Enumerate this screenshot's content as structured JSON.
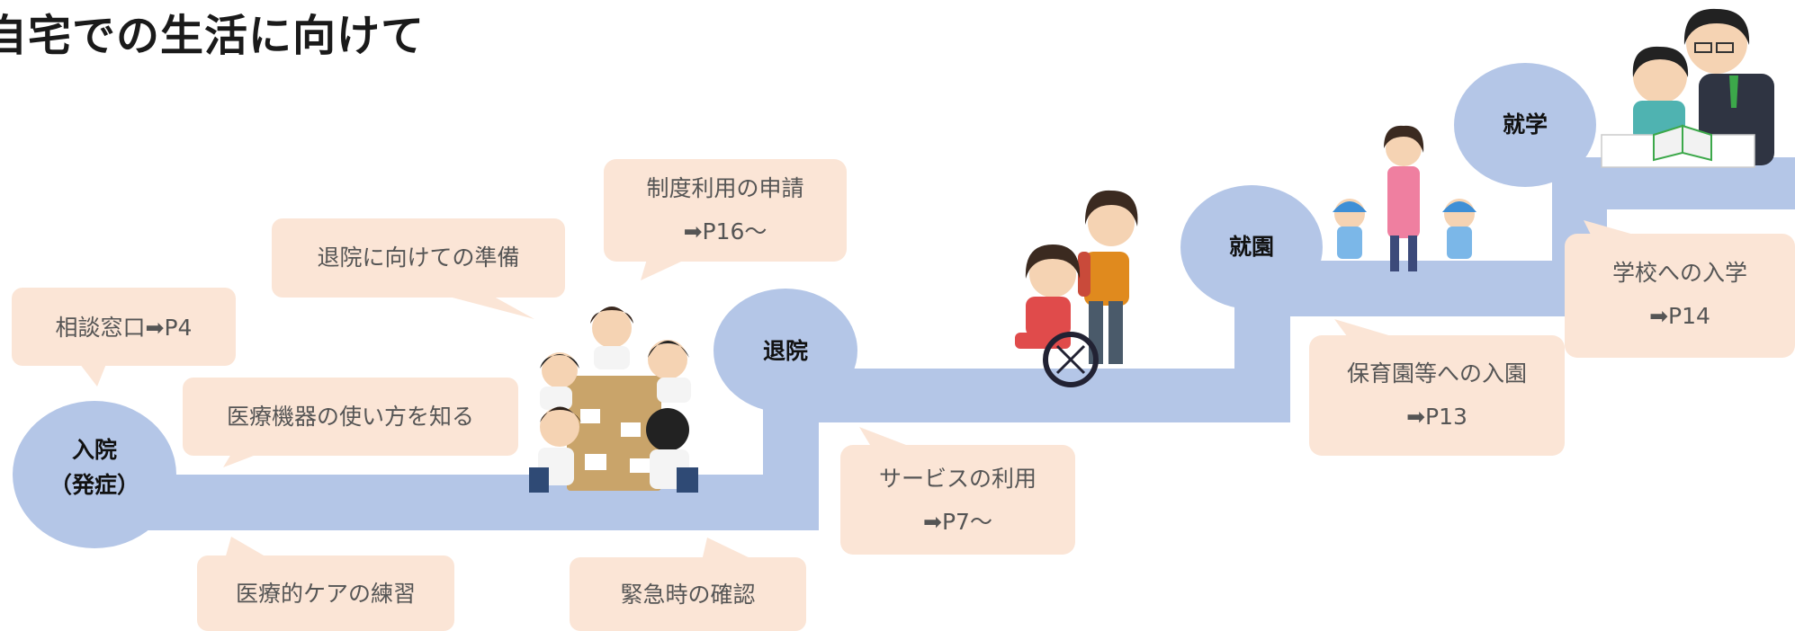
{
  "title": "自宅での生活に向けて",
  "stages": {
    "admission_line1": "入院",
    "admission_line2": "（発症）",
    "discharge": "退院",
    "nursery": "就園",
    "school": "就学"
  },
  "bubbles": {
    "consult": "相談窓口➡P4",
    "equipment": "医療機器の使い方を知る",
    "care_practice": "医療的ケアの練習",
    "discharge_prep": "退院に向けての準備",
    "system_line1": "制度利用の申請",
    "system_line2": "➡P16～",
    "emergency": "緊急時の確認",
    "service_line1": "サービスの利用",
    "service_line2": "➡P7～",
    "nursery_line1": "保育園等への入園",
    "nursery_line2": "➡P13",
    "school_line1": "学校への入学",
    "school_line2": "➡P14"
  },
  "colors": {
    "path": "#b4c6e7",
    "bubble": "#fbe5d6",
    "bubble_text": "#555555"
  }
}
